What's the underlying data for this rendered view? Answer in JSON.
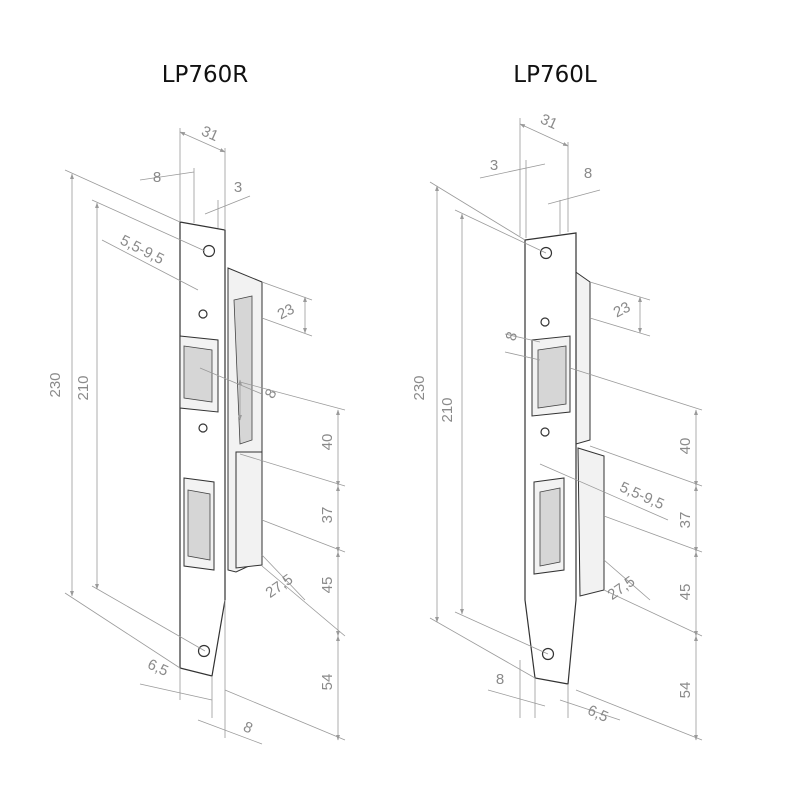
{
  "drawings": [
    {
      "title": "LP760R",
      "dims": {
        "w31": "31",
        "w8_top": "8",
        "w3": "3",
        "slot": "5,5-9,5",
        "d23": "23",
        "h230": "230",
        "h210": "210",
        "d8_mid": "8",
        "h40": "40",
        "h37": "37",
        "h45": "45",
        "d27": "27,5",
        "h54": "54",
        "w6_5": "6,5",
        "w8_bot": "8"
      }
    },
    {
      "title": "LP760L",
      "dims": {
        "w31": "31",
        "w3": "3",
        "w8_top": "8",
        "d23": "23",
        "h230": "230",
        "h210": "210",
        "d8_mid": "8",
        "slot": "5,5-9,5",
        "h40": "40",
        "h37": "37",
        "h45": "45",
        "d27": "27,5",
        "h54": "54",
        "w8_bot": "8",
        "w6_5": "6,5"
      }
    }
  ]
}
